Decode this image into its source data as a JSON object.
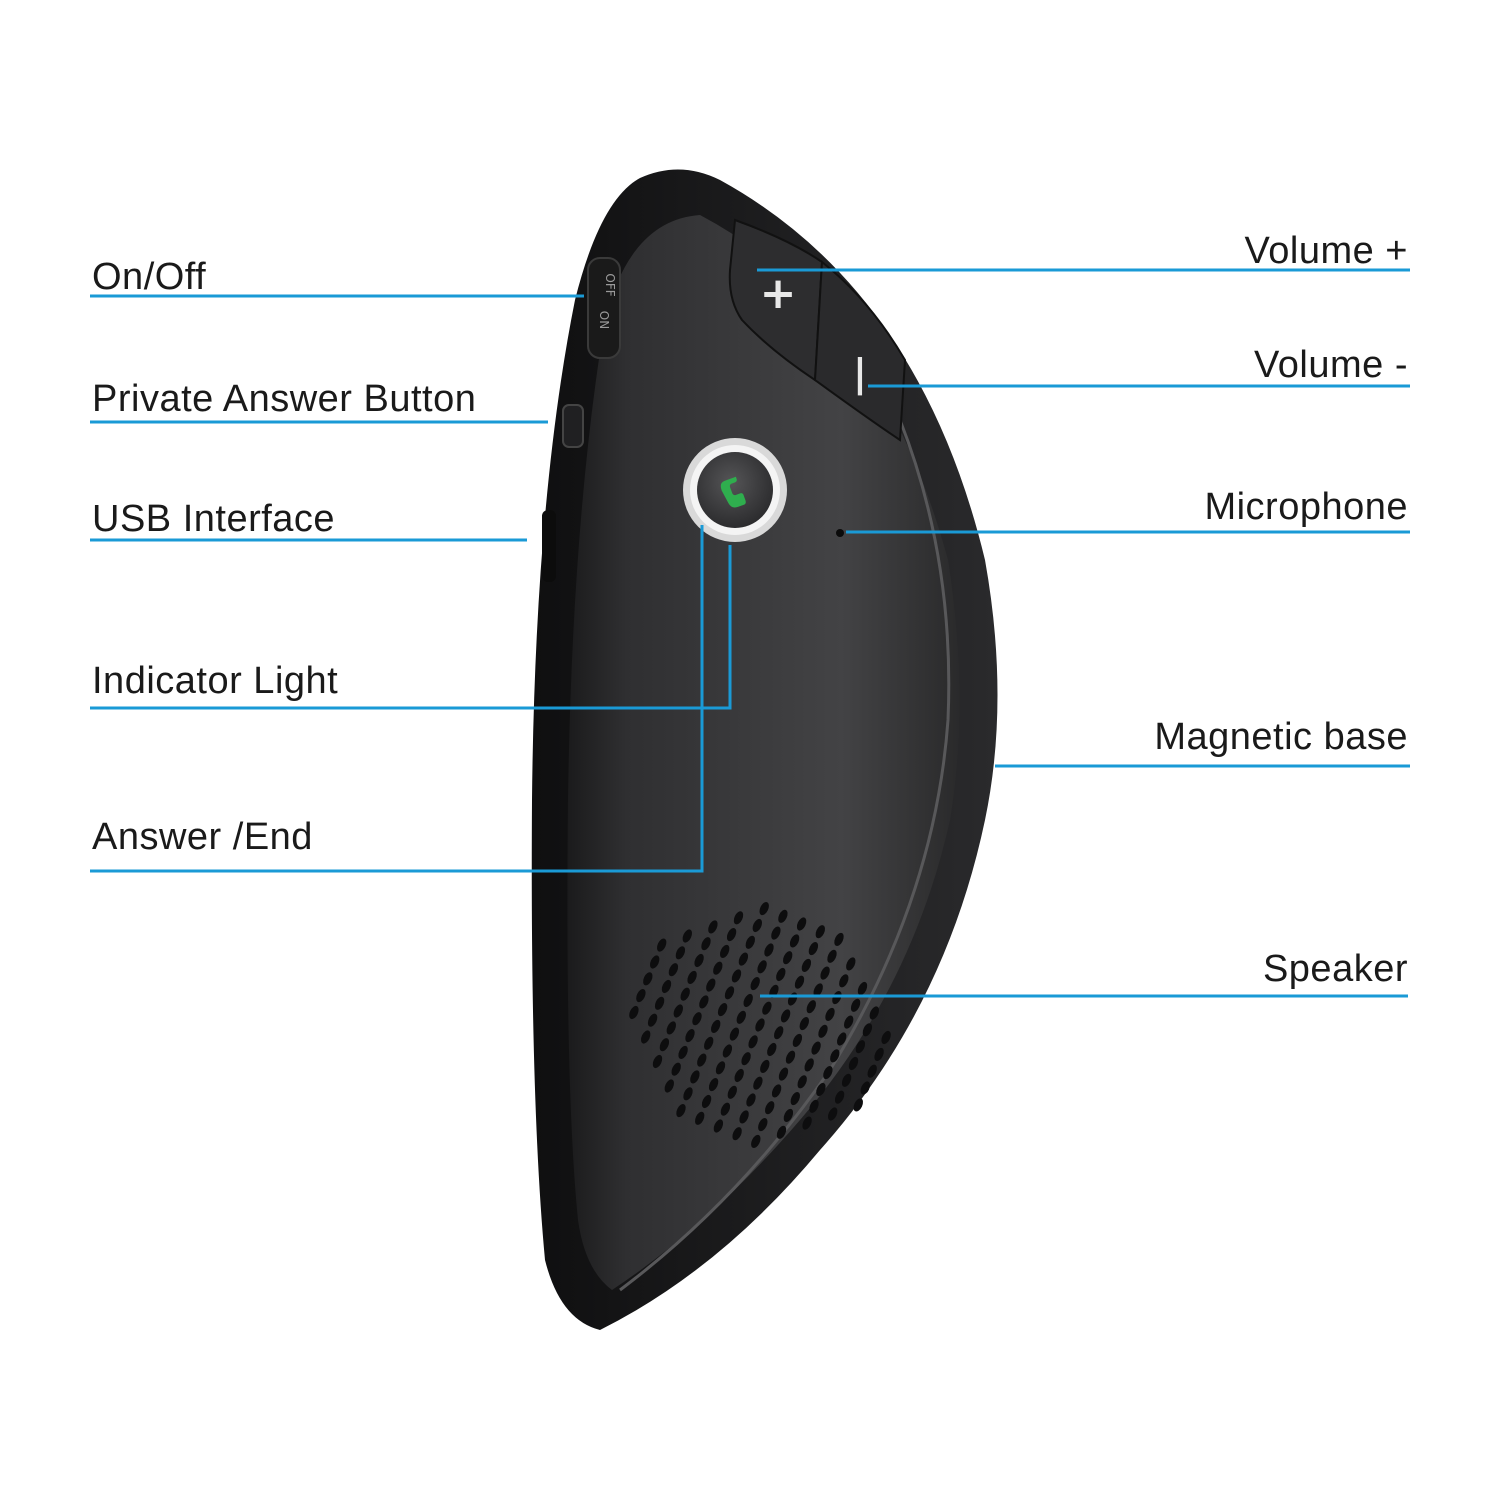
{
  "labels": {
    "on_off": "On/Off",
    "private_answer": "Private Answer Button",
    "usb": "USB Interface",
    "indicator": "Indicator Light",
    "answer_end": "Answer /End",
    "volume_plus": "Volume +",
    "volume_minus": "Volume -",
    "microphone": "Microphone",
    "magnetic_base": "Magnetic base",
    "speaker": "Speaker"
  },
  "device": {
    "switch_on_text": "ON",
    "switch_off_text": "OFF",
    "plus_symbol": "+",
    "minus_symbol": "|"
  },
  "colors": {
    "leader_line": "#1a9ad6",
    "device_body": "#3b3b3d",
    "call_icon": "#2fae4e",
    "ring": "#e6e6e6"
  }
}
